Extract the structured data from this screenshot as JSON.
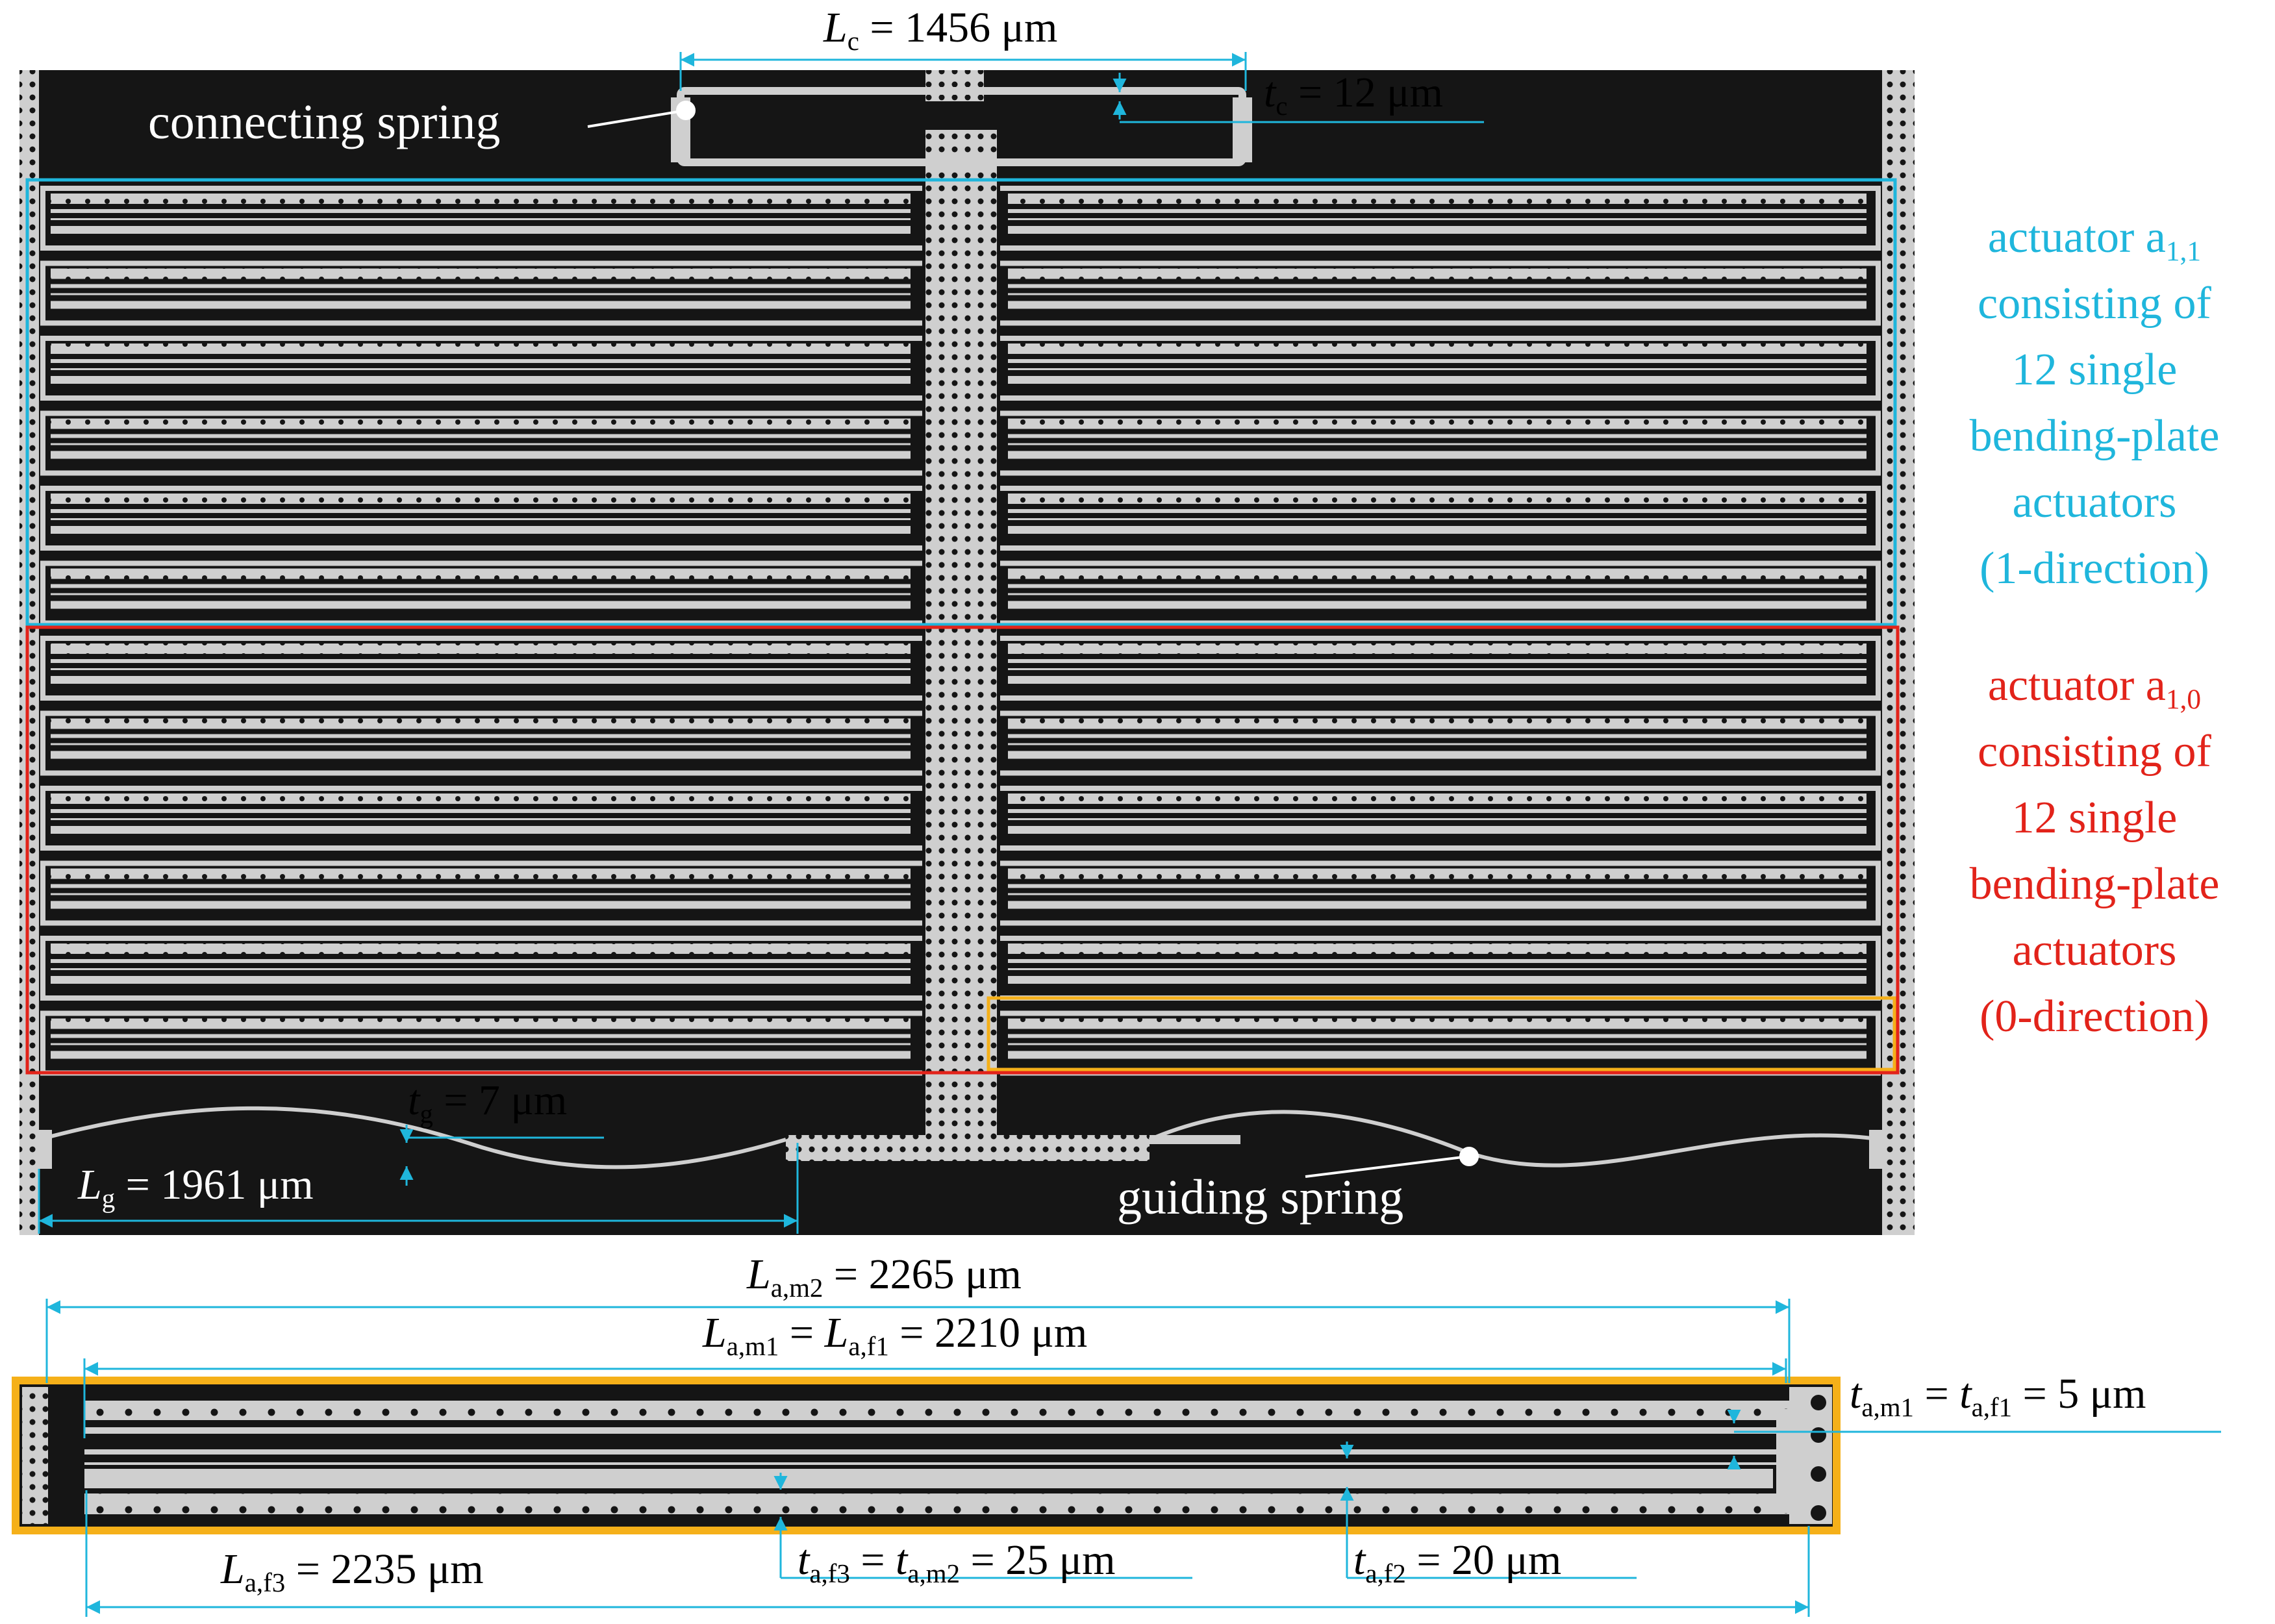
{
  "colors": {
    "cyan": "#1fb6dc",
    "red": "#e2231a",
    "orange": "#f5b019",
    "chip_dark": "#151515",
    "chip_light": "#cfcfcf",
    "white": "#ffffff"
  },
  "labels": {
    "lc": {
      "sym": "L",
      "sub": "c",
      "rest": " = 1456 μm"
    },
    "tc": {
      "sym": "t",
      "sub": "c",
      "rest": " = 12 μm"
    },
    "tg": {
      "sym": "t",
      "sub": "g",
      "rest": " = 7 μm"
    },
    "lg": {
      "sym": "L",
      "sub": "g",
      "rest": " = 1961 μm"
    },
    "lam2": {
      "sym": "L",
      "sub": "a,m2",
      "rest": " = 2265 μm"
    },
    "lam1_sym": "L",
    "lam1_sub": "a,m1",
    "lam1_eq": " = ",
    "laf1_sym": "L",
    "laf1_sub": "a,f1",
    "laf1_rest": " = 2210 μm",
    "tam1_sym": "t",
    "tam1_sub": "a,m1",
    "tam1_eq": " = ",
    "taf1_sym": "t",
    "taf1_sub": "a,f1",
    "taf1_rest": " = 5 μm",
    "laf3": {
      "sym": "L",
      "sub": "a,f3",
      "rest": " = 2235 μm"
    },
    "taf3_sym": "t",
    "taf3_sub": "a,f3",
    "taf3_eq": " = ",
    "tam2_sym": "t",
    "tam2_sub": "a,m2",
    "tam2_rest": " = 25 μm",
    "taf2": {
      "sym": "t",
      "sub": "a,f2",
      "rest": " = 20 μm"
    },
    "connecting_spring": "connecting spring",
    "guiding_spring": "guiding spring"
  },
  "actuator_11": {
    "line1_a": "actuator a",
    "line1_sub": "1,1",
    "line2": "consisting of",
    "line3": "12 single",
    "line4": "bending-plate",
    "line5": "actuators",
    "line6": "(1-direction)"
  },
  "actuator_10": {
    "line1_a": "actuator a",
    "line1_sub": "1,0",
    "line2": "consisting of",
    "line3": "12 single",
    "line4": "bending-plate",
    "line5": "actuators",
    "line6": "(0-direction)"
  },
  "icons": [
    "chip-micrograph",
    "detail-micrograph"
  ]
}
